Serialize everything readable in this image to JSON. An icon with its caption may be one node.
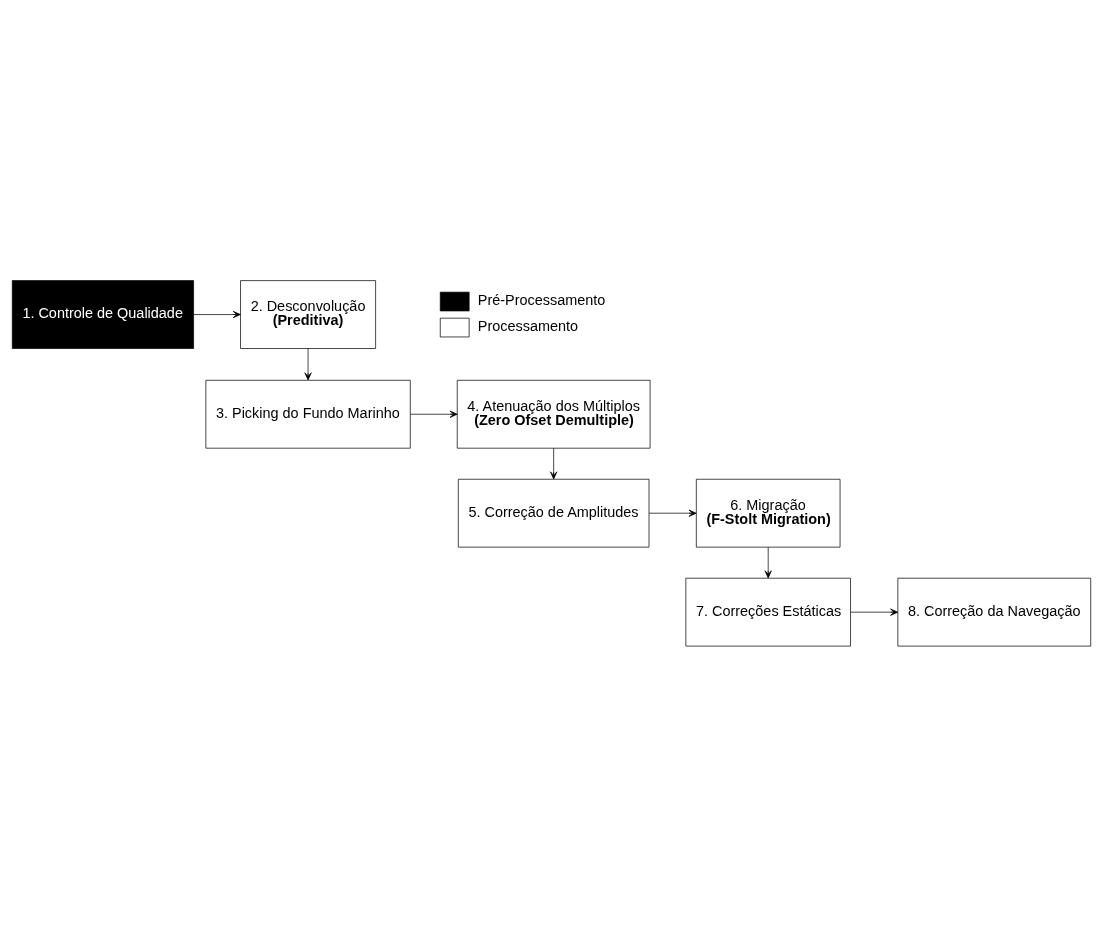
{
  "diagram": {
    "nodes": [
      {
        "text": [
          "1. Controle de Qualidade"
        ]
      },
      {
        "text": [
          "2. Desconvolução",
          "(Preditiva)"
        ]
      },
      {
        "text": [
          "3. Picking do Fundo Marinho"
        ]
      },
      {
        "text": [
          "4. Atenuação dos Múltiplos",
          "(Zero Ofset Demultiple)"
        ]
      },
      {
        "text": [
          "5. Correção de Amplitudes"
        ]
      },
      {
        "text": [
          "6. Migração",
          "(F-Stolt Migration)"
        ]
      },
      {
        "text": [
          "7. Correções Estáticas"
        ]
      },
      {
        "text": [
          "8. Correção da Navegação"
        ]
      }
    ],
    "edges": [
      {
        "from": 0,
        "to": 1,
        "arrow": "to"
      },
      {
        "from": 1,
        "to": 2,
        "arrow": "to"
      },
      {
        "from": 2,
        "to": 3,
        "arrow": "to"
      },
      {
        "from": 3,
        "to": 4,
        "arrow": "to"
      },
      {
        "from": 4,
        "to": 5,
        "arrow": "to"
      },
      {
        "from": 5,
        "to": 6,
        "arrow": "to"
      },
      {
        "from": 6,
        "to": 7,
        "arrow": "to"
      }
    ],
    "legend": [
      {
        "text": "Pré-Processamento",
        "color": "#000000"
      },
      {
        "text": "Processamento",
        "color": "#ffffff"
      }
    ]
  }
}
